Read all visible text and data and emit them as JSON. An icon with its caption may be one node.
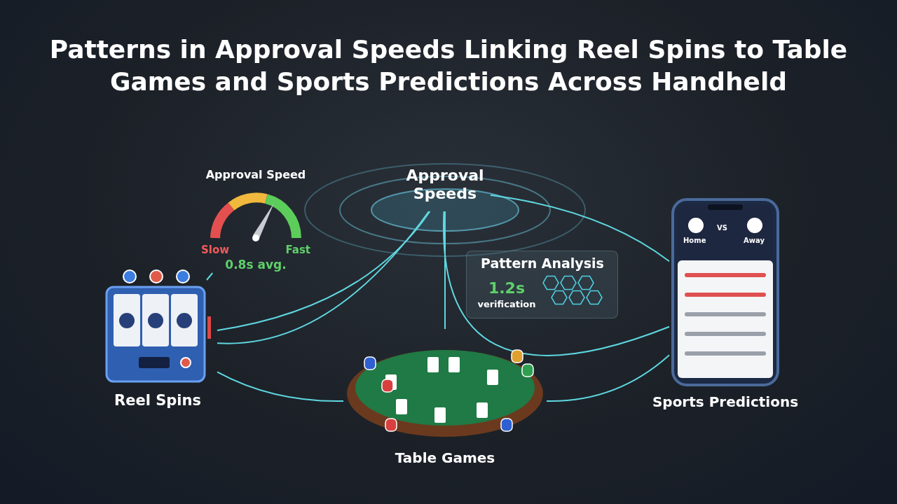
{
  "diagram": {
    "title": "Patterns in Approval Speeds Linking Reel Spins to Table Games and Sports Predictions Across Handheld",
    "nodes": [
      {
        "text": [
          "Approval Speeds"
        ]
      },
      {
        "text": [
          "Approval Speed",
          "Slow",
          "Fast",
          "0.8s avg."
        ]
      },
      {
        "text": [
          "Pattern Analysis",
          "1.2s",
          "verification"
        ]
      },
      {
        "text": [
          "Reel Spins"
        ]
      },
      {
        "text": [
          "Table Games"
        ]
      },
      {
        "text": [
          "Sports Predictions"
        ]
      }
    ],
    "edges": [
      {
        "from": 0,
        "to": 3,
        "arrow": "none"
      },
      {
        "from": 0,
        "to": 3,
        "arrow": "none"
      },
      {
        "from": 1,
        "to": 3,
        "arrow": "none"
      },
      {
        "from": 0,
        "to": 4,
        "arrow": "none"
      },
      {
        "from": 0,
        "to": 5,
        "arrow": "none"
      },
      {
        "from": 0,
        "to": 5,
        "arrow": "none"
      },
      {
        "from": 3,
        "to": 4,
        "arrow": "none"
      },
      {
        "from": 5,
        "to": 4,
        "arrow": "none"
      }
    ],
    "labels": [
      "Home",
      "VS",
      "Away"
    ]
  }
}
